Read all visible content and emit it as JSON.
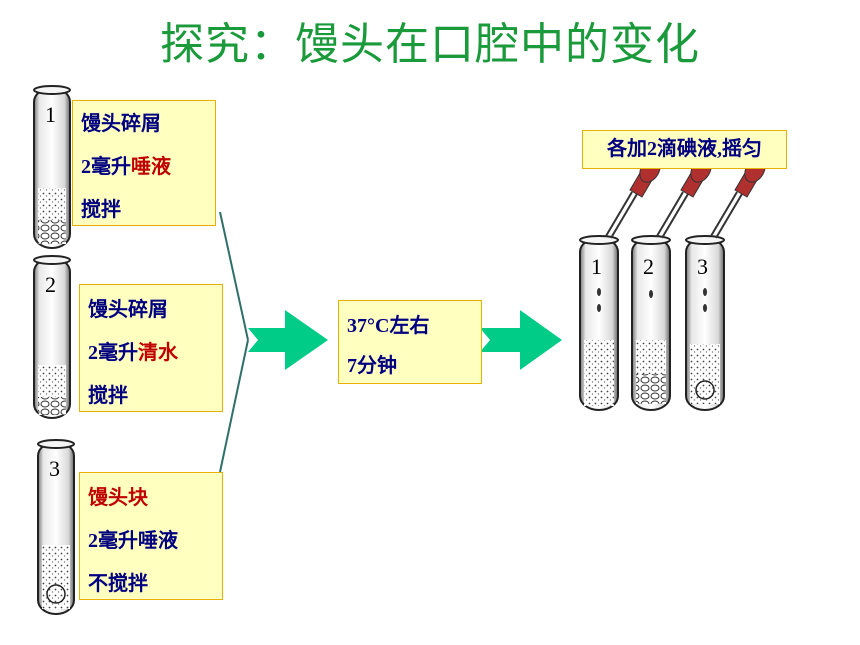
{
  "title": "探究：馒头在口腔中的变化",
  "tubes_left": [
    {
      "number": "1",
      "lines": [
        {
          "parts": [
            {
              "text": "馒头碎屑"
            }
          ]
        },
        {
          "parts": [
            {
              "text": "2毫升"
            },
            {
              "text": "唾液",
              "red": true
            }
          ]
        },
        {
          "parts": [
            {
              "text": "搅拌"
            }
          ]
        }
      ]
    },
    {
      "number": "2",
      "lines": [
        {
          "parts": [
            {
              "text": "馒头碎屑"
            }
          ]
        },
        {
          "parts": [
            {
              "text": "2毫升"
            },
            {
              "text": "清水",
              "red": true
            }
          ]
        },
        {
          "parts": [
            {
              "text": "搅拌"
            }
          ]
        }
      ]
    },
    {
      "number": "3",
      "lines": [
        {
          "parts": [
            {
              "text": "馒头块",
              "red": true
            }
          ]
        },
        {
          "parts": [
            {
              "text": "2毫升唾液"
            }
          ]
        },
        {
          "parts": [
            {
              "text": "不搅拌"
            }
          ]
        }
      ]
    }
  ],
  "incubation": {
    "line1": "37°C左右",
    "line2": "7分钟"
  },
  "iodine": "各加2滴碘液,摇匀",
  "tubes_right": [
    "1",
    "2",
    "3"
  ],
  "colors": {
    "title": "#1a9a3a",
    "arrow": "#00cc88",
    "box_fill": "#ffffc0",
    "box_border": "#e8b000",
    "text": "#000080",
    "highlight": "#c00000",
    "dropper": "#b03030"
  }
}
